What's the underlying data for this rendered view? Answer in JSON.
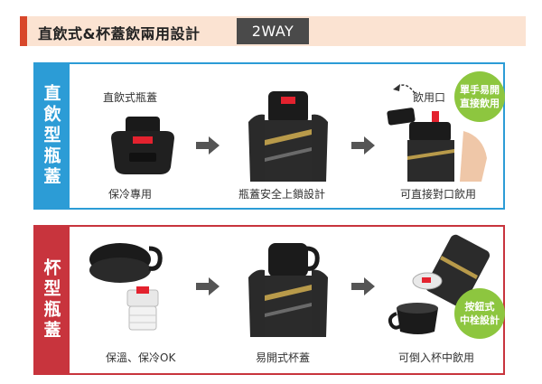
{
  "header": {
    "title": "直飲式&杯蓋飲兩用設計",
    "badge": "2WAY"
  },
  "direct": {
    "side_title": "直飲型瓶蓋",
    "cap_label": "直飲式瓶蓋",
    "step1_label": "保冷專用",
    "step2_label": "瓶蓋安全上鎖設計",
    "step3_label": "可直接對口飲用",
    "mouth_label": "飲用口",
    "bubble_line1": "單手易開",
    "bubble_line2": "直接飲用"
  },
  "cup": {
    "side_title": "杯型瓶蓋",
    "step1_label": "保溫、保冷OK",
    "step2_label": "易開式杯蓋",
    "step3_label": "可倒入杯中飲用",
    "bubble_line1": "按鈕式",
    "bubble_line2": "中栓設計"
  },
  "colors": {
    "blue": "#2c9cd6",
    "red": "#c8343d",
    "green": "#8dc63f",
    "header_bg": "#fbe3d2",
    "accent": "#d8472a"
  }
}
